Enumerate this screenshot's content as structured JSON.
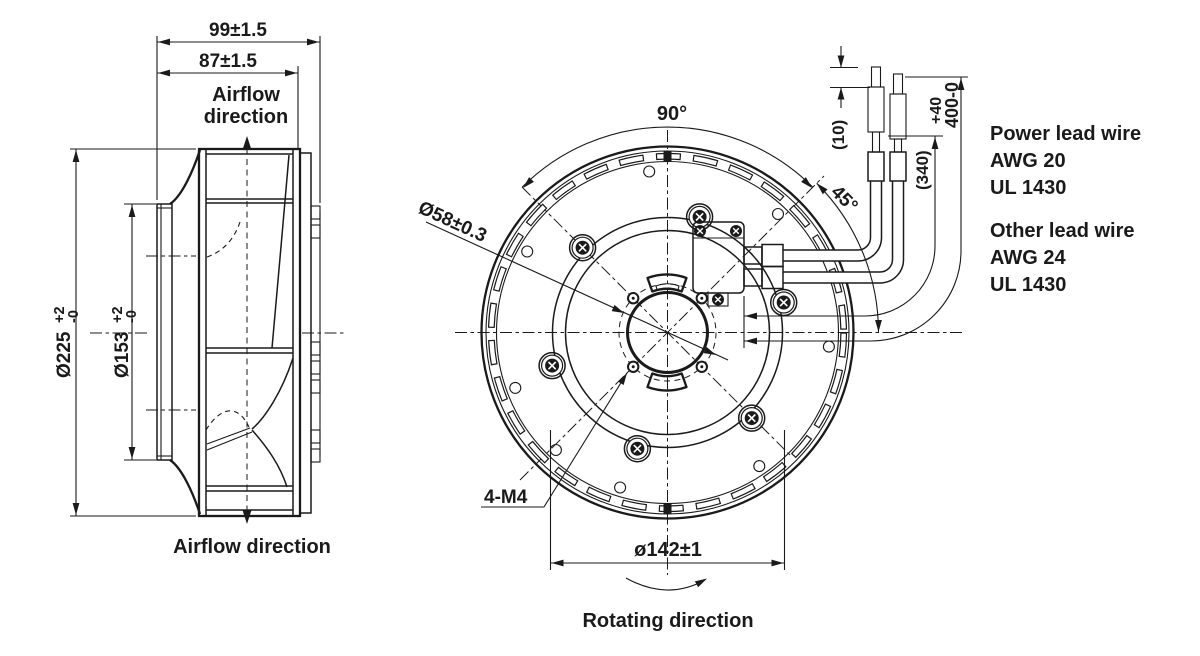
{
  "side_view": {
    "dim_depth_outer": "99±1.5",
    "dim_depth_inner": "87±1.5",
    "airflow_top_line1": "Airflow",
    "airflow_top_line2": "direction",
    "airflow_bottom": "Airflow direction",
    "dia_housing": {
      "value": "Ø225",
      "tol_plus": "+2",
      "tol_minus": "-0"
    },
    "dia_inlet": {
      "value": "Ø153",
      "tol_plus": "+2",
      "tol_minus": "-0"
    }
  },
  "front_view": {
    "angle_span": "90°",
    "angle_wire_exit": "45°",
    "dia_pilot": "Ø58±0.3",
    "thread_callout": "4-M4",
    "dia_mounting": "ø142±1",
    "rotation_label": "Rotating direction"
  },
  "leads": {
    "dim_strip_tip": "(10)",
    "dim_to_sleeve": "(340)",
    "dim_total_value": "400-0",
    "dim_total_tol_plus": "+40",
    "power_line1": "Power lead wire",
    "power_line2": "AWG 20",
    "power_line3": "UL 1430",
    "other_line1": "Other lead wire",
    "other_line2": "AWG 24",
    "other_line3": "UL 1430"
  },
  "colors": {
    "ink": "#1a1a1a",
    "paper": "#ffffff"
  }
}
